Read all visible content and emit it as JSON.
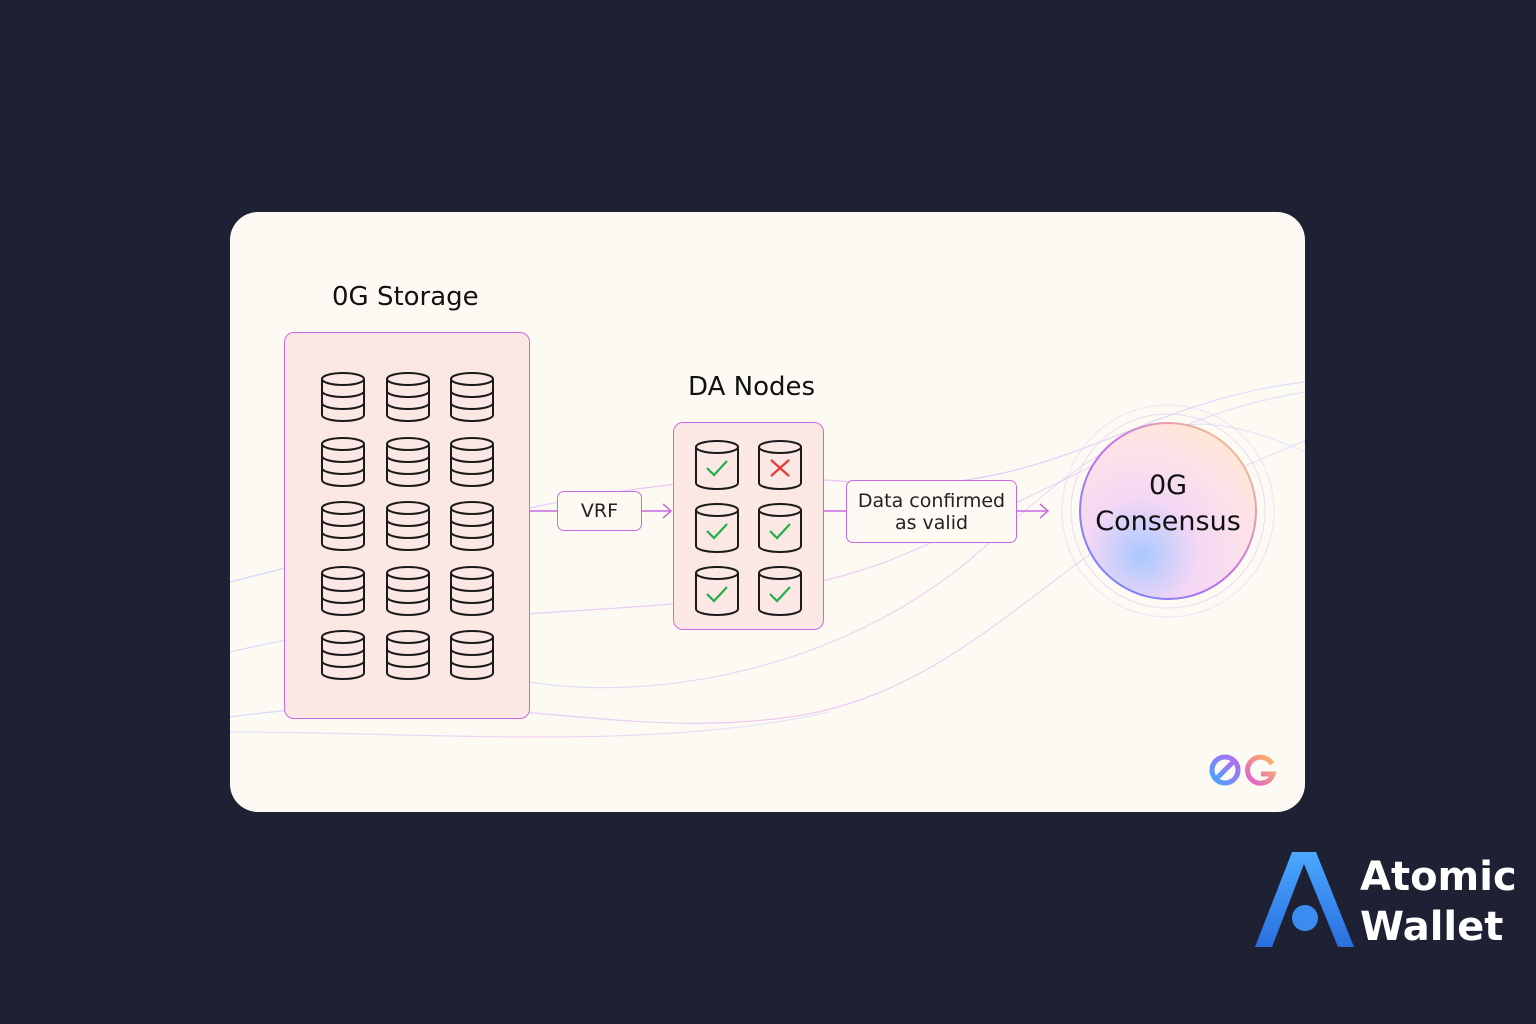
{
  "diagram": {
    "storage_title": "0G Storage",
    "da_title": "DA Nodes",
    "vrf_label": "VRF",
    "confirm_label": "Data confirmed as valid",
    "consensus_line1": "0G",
    "consensus_line2": "Consensus",
    "storage_nodes": {
      "rows": 5,
      "cols": 3
    },
    "da_nodes": [
      "valid",
      "invalid",
      "valid",
      "valid",
      "valid",
      "valid"
    ]
  },
  "branding": {
    "wordmark_line1": "Atomic",
    "wordmark_line2": "Wallet"
  },
  "colors": {
    "background": "#1e2133",
    "card": "#fdfaf3",
    "box_fill": "#fbe8e4",
    "accent_border": "#c86be0",
    "check": "#22b04a",
    "cross": "#e53935",
    "brand_blue": "#3b8cf0"
  }
}
